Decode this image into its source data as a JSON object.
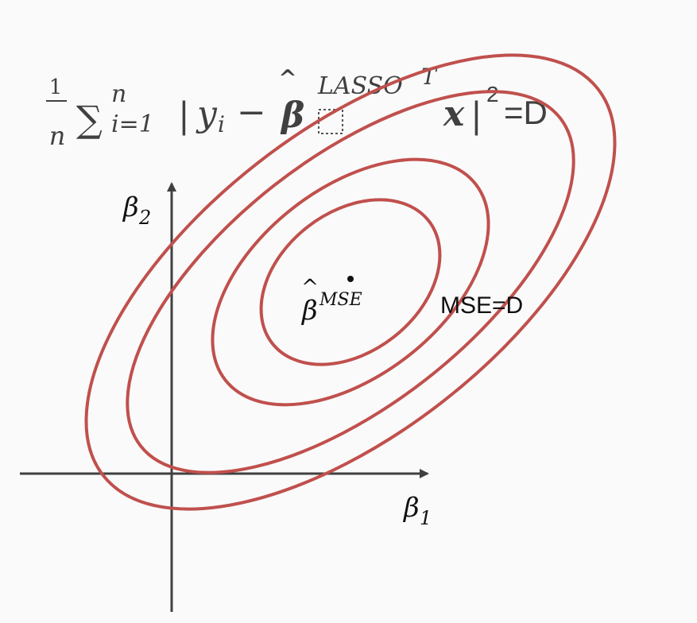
{
  "formula": {
    "frac_num": "1",
    "frac_den": "n",
    "sum_sign": "∑",
    "sum_upper": "n",
    "sum_lower": "i=1",
    "open_abs": "|",
    "y": "y",
    "y_sub": "i",
    "minus": "−",
    "beta": "β",
    "beta_hat": "^",
    "beta_sup": "LASSO",
    "transpose": "T",
    "x": "x",
    "close_abs": "|",
    "square": "2",
    "equals_d": "=D"
  },
  "axes": {
    "x_label": "β",
    "x_label_sub": "1",
    "y_label": "β",
    "y_label_sub": "2"
  },
  "center_point": {
    "label": "β",
    "label_hat": "^",
    "label_sup": "MSE"
  },
  "contour_label": "MSE=D",
  "colors": {
    "contour": "#c0504d",
    "axis": "#404040",
    "background": "#fafafa",
    "formula": "#404040"
  }
}
